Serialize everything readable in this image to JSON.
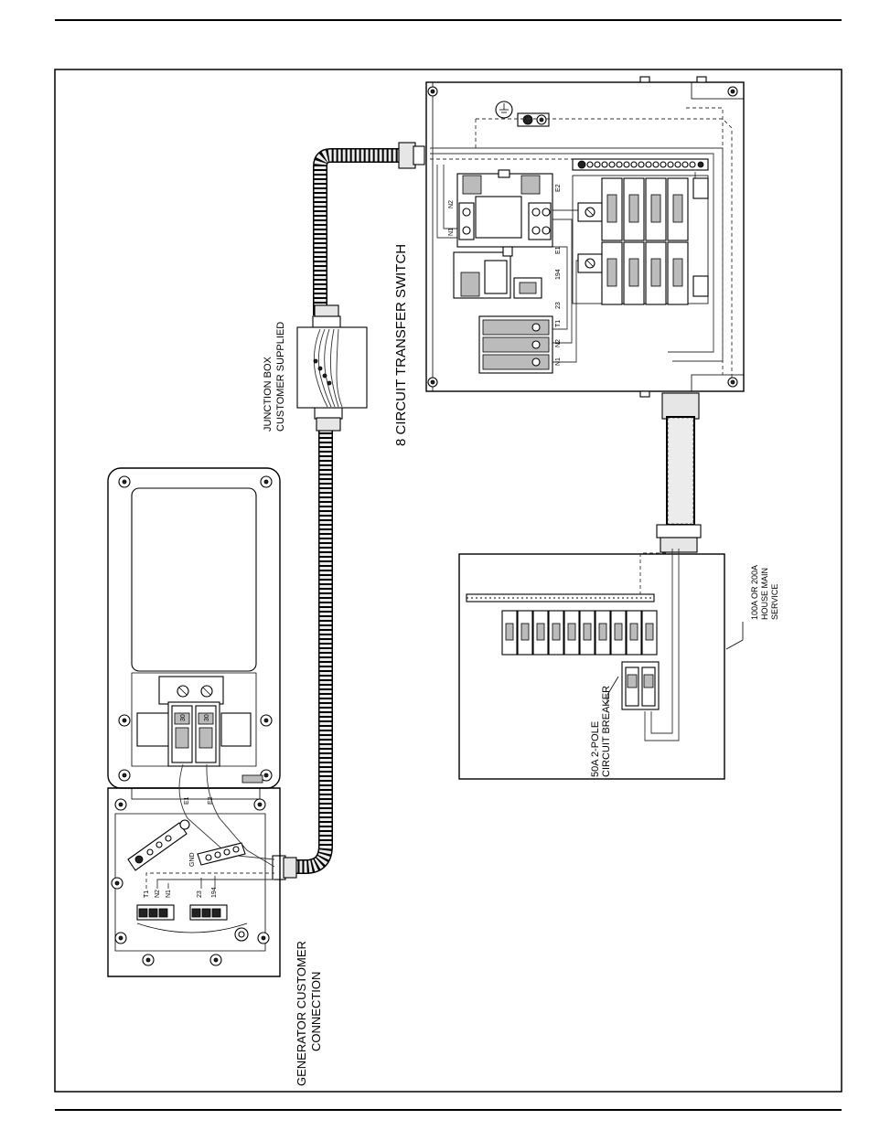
{
  "labels": {
    "transfer_switch": "8 CIRCUIT TRANSFER SWITCH",
    "junction_box_line1": "JUNCTION BOX",
    "junction_box_line2": "CUSTOMER SUPPLIED",
    "generator_line1": "GENERATOR CUSTOMER",
    "generator_line2": "CONNECTION",
    "main_service_line1": "100A OR 200A",
    "main_service_line2": "HOUSE MAIN",
    "main_service_line3": "SERVICE",
    "breaker_line1": "50A 2-POLE",
    "breaker_line2": "CIRCUIT BREAKER"
  },
  "terminals": {
    "ts_n2": "N2",
    "ts_n1": "N1",
    "ts_e2": "E2",
    "ts_e1": "E1",
    "ts_194": "194",
    "ts_23": "23",
    "ts_t1": "T1",
    "ts_n2b": "N2",
    "ts_n1b": "N1",
    "gen_e1": "E1",
    "gen_e2": "E2",
    "gen_gnd": "GND",
    "gen_t1": "T1",
    "gen_n2": "N2",
    "gen_n1": "N1",
    "gen_23": "23",
    "gen_194": "194",
    "breaker_rating_a": "30",
    "breaker_rating_b": "30"
  }
}
